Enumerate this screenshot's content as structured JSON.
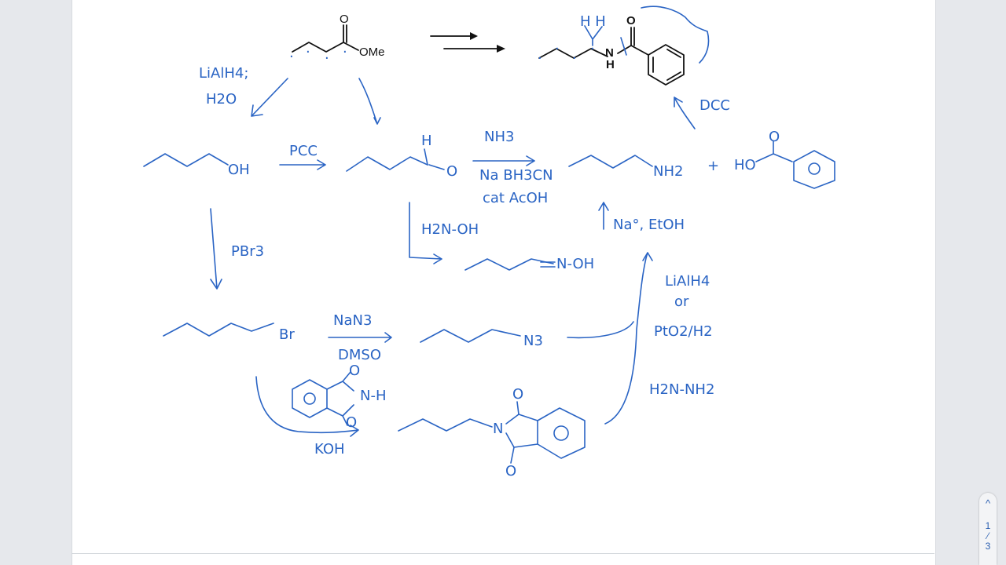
{
  "reactions": {
    "reduction_top_left": [
      "LiAlH4;",
      "H2O"
    ],
    "pcc": "PCC",
    "reductive_amination": [
      "NH3",
      "Na BH3CN",
      "cat AcOH"
    ],
    "hydroxylamine": "H2N-OH",
    "oxime": "N-OH",
    "na_etoh": "Na°, EtOH",
    "dcc": "DCC",
    "pbr3": "PBr3",
    "azide_reagents": [
      "NaN3",
      "DMSO"
    ],
    "reduction_options": [
      "LiAlH4",
      "or",
      "PtO2/H2"
    ],
    "hydrazine": "H2N-NH2",
    "koh": "KOH"
  },
  "labels": {
    "ester_ome": "OMe",
    "ester_o": "O",
    "product_nh": "N",
    "product_h": "H",
    "product_o": "O",
    "product_h_marks": "H H",
    "alcohol_oh": "OH",
    "aldehyde_h": "H",
    "aldehyde_o": "O",
    "amine_nh2": "NH2",
    "plus": "+",
    "benzoic_ho": "HO",
    "benzoic_o": "O",
    "bromide_br": "Br",
    "azide_n3": "N3",
    "phthalimide_nh": "N-H",
    "phthalimide_o": "O",
    "n_alkyl_n": "N",
    "n_alkyl_o": "O"
  },
  "pager": {
    "up_icon": "^",
    "current": "1",
    "total": "3"
  },
  "colors": {
    "ink": "#2a64c4",
    "print": "#111111",
    "page": "#ffffff",
    "background": "#e6e8ec"
  }
}
